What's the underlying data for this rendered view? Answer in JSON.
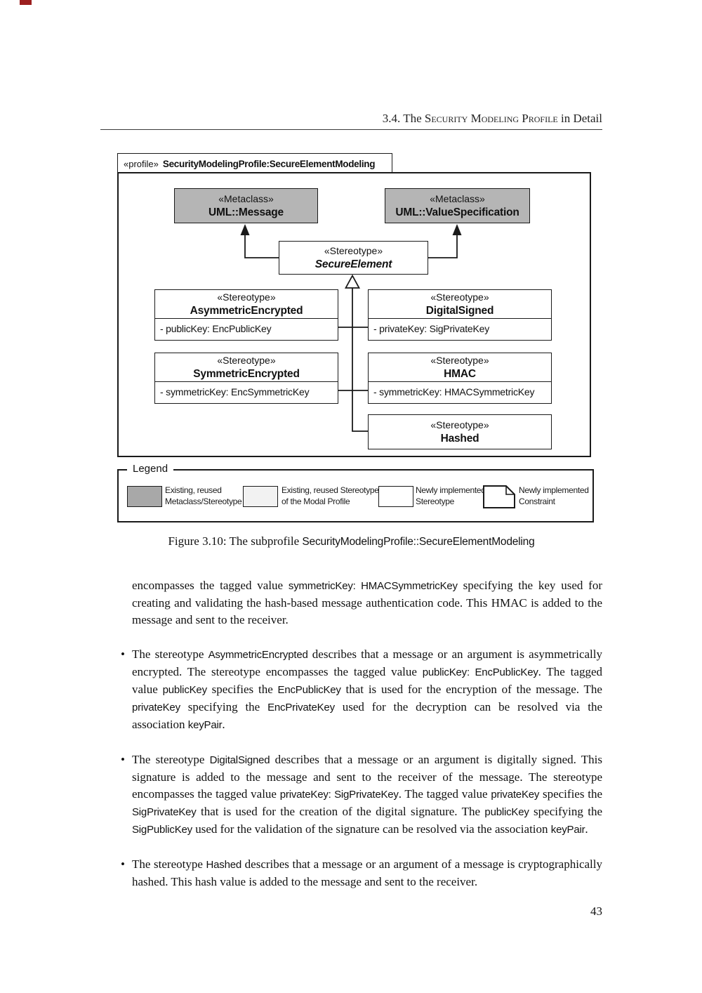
{
  "header": {
    "runs": [
      {
        "t": "3.4.  The "
      },
      {
        "t": "Security Modeling Profile",
        "cls": "sc"
      },
      {
        "t": " in Detail"
      }
    ]
  },
  "diagram": {
    "profile_tab": {
      "keyword": "«profile»",
      "name": "SecurityModelingProfile:SecureElementModeling"
    },
    "metaclasses": [
      {
        "keyword": "«Metaclass»",
        "name": "UML::Message"
      },
      {
        "keyword": "«Metaclass»",
        "name": "UML::ValueSpecification"
      }
    ],
    "secure_element": {
      "keyword": "«Stereotype»",
      "name": "SecureElement"
    },
    "stereotypes": [
      {
        "keyword": "«Stereotype»",
        "name": "AsymmetricEncrypted",
        "attribute": "- publicKey: EncPublicKey"
      },
      {
        "keyword": "«Stereotype»",
        "name": "DigitalSigned",
        "attribute": "- privateKey: SigPrivateKey"
      },
      {
        "keyword": "«Stereotype»",
        "name": "SymmetricEncrypted",
        "attribute": "- symmetricKey: EncSymmetricKey"
      },
      {
        "keyword": "«Stereotype»",
        "name": "HMAC",
        "attribute": "- symmetricKey: HMACSymmetricKey"
      },
      {
        "keyword": "«Stereotype»",
        "name": "Hashed"
      }
    ],
    "legend": {
      "title": "Legend",
      "items": [
        {
          "swatch": "gray-box",
          "line1": "Existing, reused",
          "line2": "Metaclass/Stereotype"
        },
        {
          "swatch": "lightgray-box",
          "line1": "Existing, reused Stereotype",
          "line2": "of the Modal Profile"
        },
        {
          "swatch": "white-box",
          "line1": "Newly implemented",
          "line2": "Stereotype"
        },
        {
          "swatch": "note-box",
          "line1": "Newly implemented",
          "line2": "Constraint"
        }
      ]
    },
    "colors": {
      "metaclass_fill": "#b5b5b5",
      "legend_gray": "#a8a8a8",
      "legend_light": "#f2f2f2",
      "border": "#1a1a1a"
    }
  },
  "caption": {
    "runs": [
      {
        "t": "Figure 3.10: The subprofile "
      },
      {
        "t": "SecurityModelingProfile::SecureElementModeling",
        "cls": "code"
      }
    ]
  },
  "body": {
    "paragraph": {
      "runs": [
        {
          "t": "encompasses the tagged value "
        },
        {
          "t": "symmetricKey: HMACSymmetricKey",
          "cls": "code"
        },
        {
          "t": " specifying the key used for creating and validating the hash-based message authentication code.  This HMAC is added to the message and sent to the receiver."
        }
      ]
    },
    "bullets": [
      {
        "runs": [
          {
            "t": "The stereotype "
          },
          {
            "t": "AsymmetricEncrypted",
            "cls": "code"
          },
          {
            "t": " describes that a message or an argument is asymmetrically encrypted. The stereotype encompasses the tagged value "
          },
          {
            "t": "publicKey: EncPublicKey",
            "cls": "code"
          },
          {
            "t": ". The tagged value "
          },
          {
            "t": "publicKey",
            "cls": "code"
          },
          {
            "t": " specifies the "
          },
          {
            "t": "EncPublicKey",
            "cls": "code"
          },
          {
            "t": " that is used for the encryption of the message.  The "
          },
          {
            "t": "privateKey",
            "cls": "code"
          },
          {
            "t": " specifying the "
          },
          {
            "t": "EncPrivateKey",
            "cls": "code"
          },
          {
            "t": " used for the decryption can be resolved via the association "
          },
          {
            "t": "keyPair",
            "cls": "code"
          },
          {
            "t": "."
          }
        ]
      },
      {
        "runs": [
          {
            "t": "The stereotype "
          },
          {
            "t": "DigitalSigned",
            "cls": "code"
          },
          {
            "t": " describes that a message or an argument is digitally signed. This signature is added to the message and sent to the receiver of the message. The stereotype encompasses the tagged value "
          },
          {
            "t": "privateKey: SigPrivateKey",
            "cls": "code"
          },
          {
            "t": ".  The tagged value "
          },
          {
            "t": "privateKey",
            "cls": "code"
          },
          {
            "t": " specifies the "
          },
          {
            "t": "SigPrivateKey",
            "cls": "code"
          },
          {
            "t": " that is used for the creation of the digital signature. The "
          },
          {
            "t": "publicKey",
            "cls": "code"
          },
          {
            "t": " specifying the "
          },
          {
            "t": "SigPublicKey",
            "cls": "code"
          },
          {
            "t": " used for the validation of the signature can be resolved via the association "
          },
          {
            "t": "keyPair",
            "cls": "code"
          },
          {
            "t": "."
          }
        ]
      },
      {
        "runs": [
          {
            "t": "The stereotype "
          },
          {
            "t": "Hashed",
            "cls": "code"
          },
          {
            "t": " describes that a message or an argument of a message is cryptographically hashed. This hash value is added to the message and sent to the receiver."
          }
        ]
      }
    ]
  },
  "page_number": "43"
}
